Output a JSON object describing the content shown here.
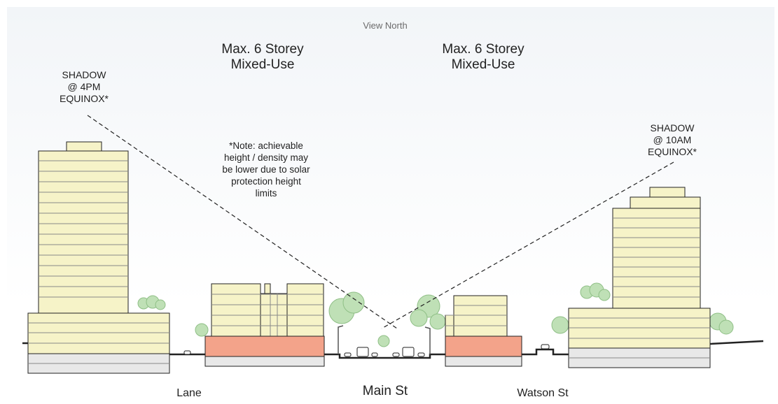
{
  "title": "View North",
  "buildings": {
    "left_use_line1": "Max. 6 Storey",
    "left_use_line2": "Mixed-Use",
    "right_use_line1": "Max. 6 Storey",
    "right_use_line2": "Mixed-Use"
  },
  "shadows": {
    "pm_line1": "SHADOW",
    "pm_line2": "@ 4PM",
    "pm_line3": "EQUINOX*",
    "am_line1": "SHADOW",
    "am_line2": "@ 10AM",
    "am_line3": "EQUINOX*"
  },
  "note": {
    "line1": "*Note: achievable",
    "line2": "height / density may",
    "line3": "be lower due to solar",
    "line4": "protection height",
    "line5": "limits"
  },
  "streets": {
    "lane": "Lane",
    "main": "Main St",
    "watson": "Watson St"
  },
  "colors": {
    "residential": "#f6f3c8",
    "commercial": "#f3a38a",
    "podium_base": "#e8e8e8",
    "tree": "#bfe0b6",
    "outline": "#222222"
  }
}
